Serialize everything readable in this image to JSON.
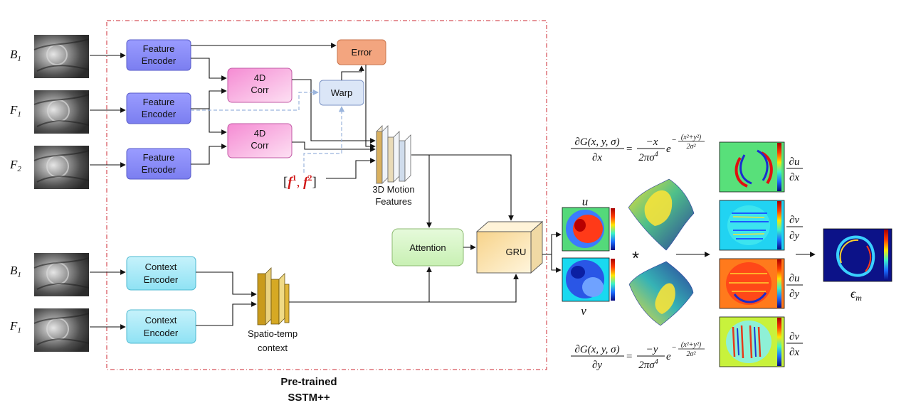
{
  "inputs": {
    "b1_top": "B",
    "b1_top_sub": "1",
    "f1_top": "F",
    "f1_top_sub": "1",
    "f2": "F",
    "f2_sub": "2",
    "b1_bottom": "B",
    "b1_bottom_sub": "1",
    "f1_bottom": "F",
    "f1_bottom_sub": "1"
  },
  "blocks": {
    "feature_encoder_l1": "Feature",
    "feature_encoder_l2": "Encoder",
    "corr_l1": "4D",
    "corr_l2": "Corr",
    "warp": "Warp",
    "error": "Error",
    "motion_l1": "3D Motion",
    "motion_l2": "Features",
    "attention": "Attention",
    "gru": "GRU",
    "context_encoder_l1": "Context",
    "context_encoder_l2": "Encoder",
    "spatio_l1": "Spatio-temp",
    "spatio_l2": "context"
  },
  "flow_symbols": {
    "f1": "f",
    "f1_sup": "1",
    "f2": "f",
    "f2_sup": "2"
  },
  "outputs": {
    "u": "u",
    "v": "v",
    "conv": "*",
    "du_dx": [
      "∂u",
      "∂x"
    ],
    "dv_dy": [
      "∂v",
      "∂y"
    ],
    "du_dy": [
      "∂u",
      "∂y"
    ],
    "dv_dx": [
      "∂v",
      "∂x"
    ],
    "eps": "ϵ",
    "eps_sub": "m"
  },
  "equations": {
    "top_lhs_num": "∂G(x, y, σ)",
    "top_lhs_den": "∂x",
    "top_rhs_num": "−x",
    "bottom_lhs_num": "∂G(x, y, σ)",
    "bottom_lhs_den": "∂y",
    "bottom_rhs_num": "−y",
    "rhs_den": "2πσ",
    "rhs_den_pow": "4",
    "exp_base": "e",
    "exp_num": "(x²+y²)",
    "exp_den": "2σ²",
    "eq": "=",
    "minus": "−"
  },
  "caption": {
    "line1": "Pre-trained",
    "line2": "SSTM++"
  },
  "colors": {
    "feature": "#8a8cf5",
    "corr": "#f59fd8",
    "warp": "#dbe6f7",
    "error": "#f3a57f",
    "attention": "#d5f5c5",
    "gru": "#fbe7b5",
    "context": "#a6eaf7",
    "volume": "#d9aa3a",
    "dashed_frame": "#cc2a33"
  }
}
